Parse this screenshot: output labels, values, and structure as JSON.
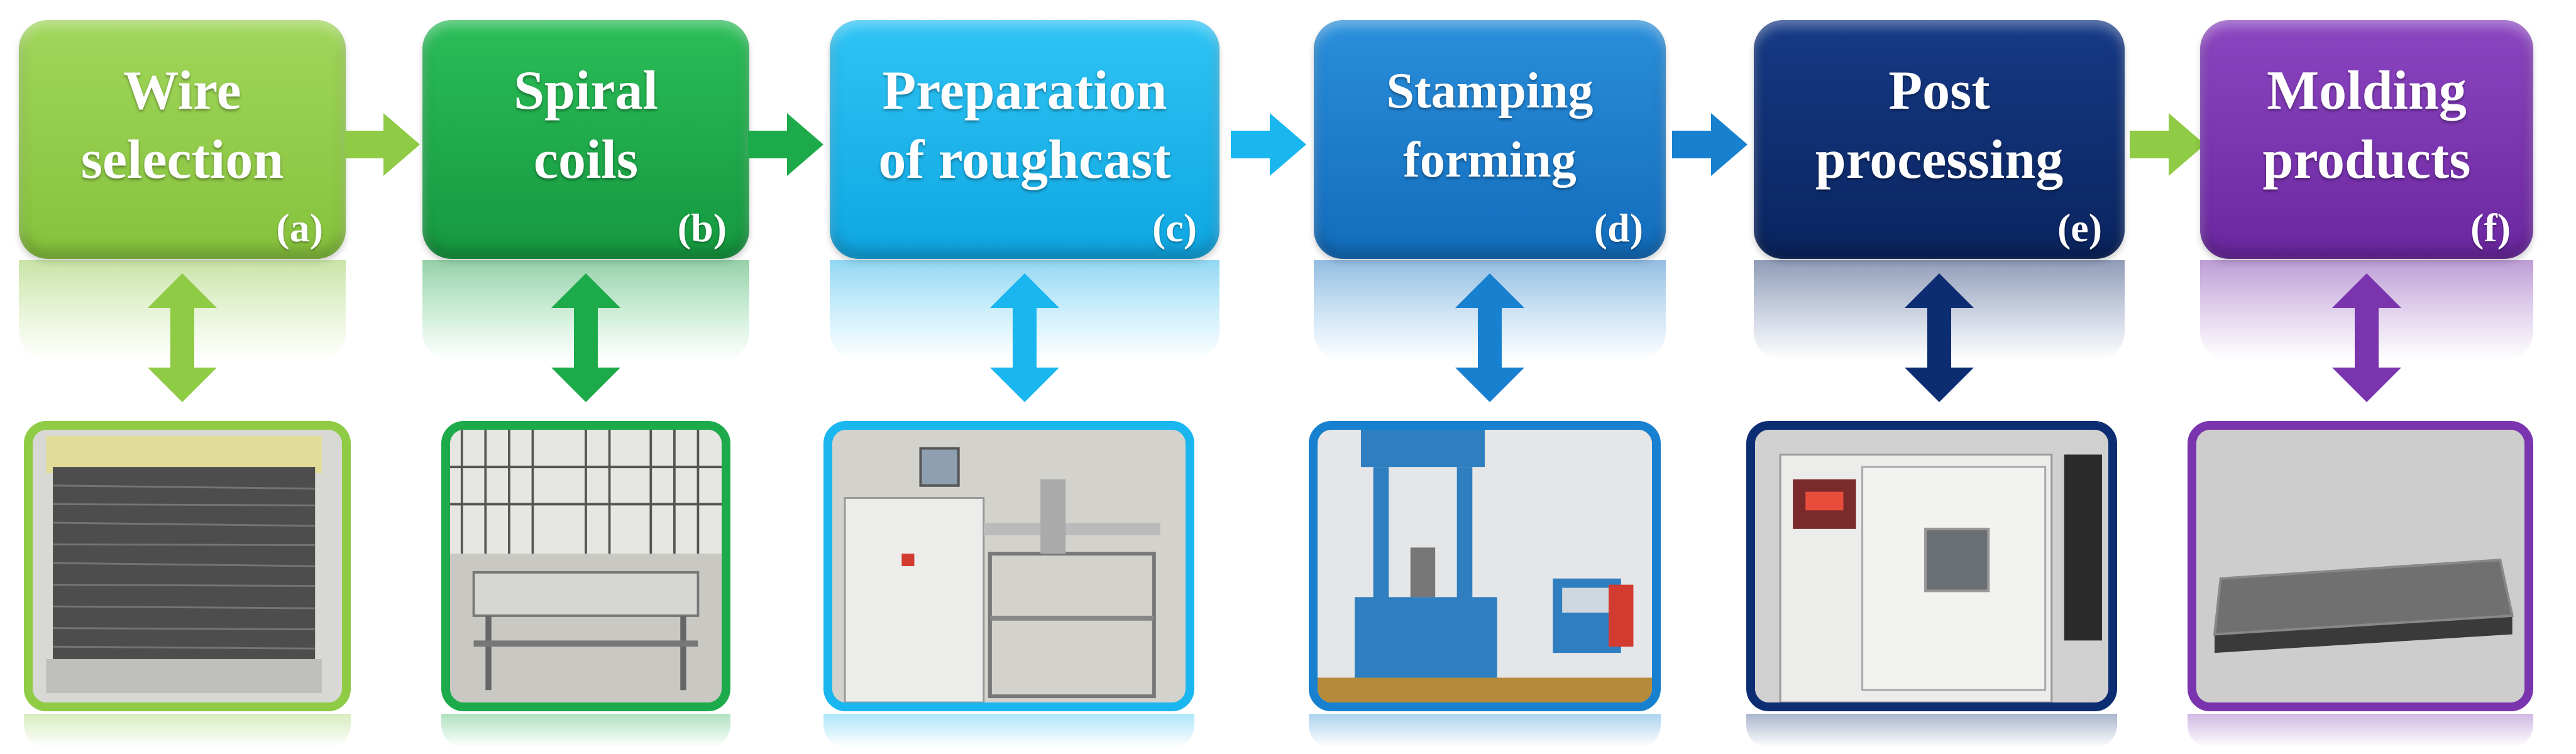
{
  "steps": [
    {
      "title": "Wire\nselection",
      "letter": "(a)",
      "color": "#8fcb45",
      "dark": "#6ea82c",
      "photo": "wire-spool-photo"
    },
    {
      "title": "Spiral\ncoils",
      "letter": "(b)",
      "color": "#1daa4a",
      "dark": "#13873a",
      "photo": "spiral-coil-machine-photo"
    },
    {
      "title": "Preparation\nof roughcast",
      "letter": "(c)",
      "color": "#19b6ef",
      "dark": "#0e96cf",
      "photo": "roughcast-machine-photo"
    },
    {
      "title": "Stamping\nforming",
      "letter": "(d)",
      "color": "#1780cf",
      "dark": "#0f63a8",
      "photo": "stamping-press-photo"
    },
    {
      "title": "Post\nprocessing",
      "letter": "(e)",
      "color": "#0d2d73",
      "dark": "#081f55",
      "photo": "drying-oven-photo"
    },
    {
      "title": "Molding\nproducts",
      "letter": "(f)",
      "color": "#7a35ae",
      "dark": "#5e2490",
      "photo": "molded-product-photo"
    }
  ],
  "arrow_colors": [
    "#8fcb45",
    "#1daa4a",
    "#19b6ef",
    "#1780cf",
    "#8fcb45"
  ]
}
